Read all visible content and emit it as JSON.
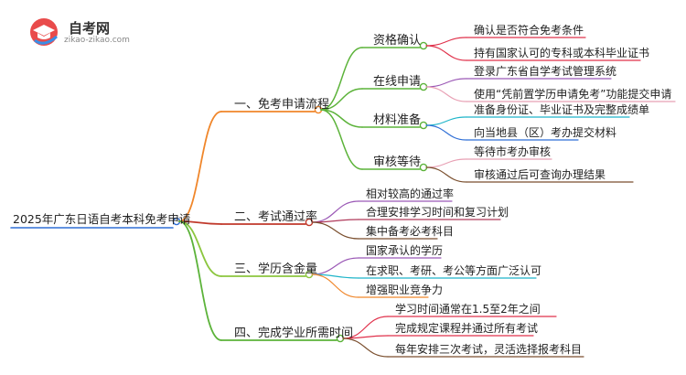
{
  "logo": {
    "title": "自考网",
    "url": "zikao-zikao.com"
  },
  "root": {
    "label": "2025年广东日语自考本科免考申请"
  },
  "branches": [
    {
      "label": "一、免考申请流程",
      "color": "#f0862a",
      "children": [
        {
          "label": "资格确认",
          "color": "#5cb33a",
          "children": [
            {
              "label": "确认是否符合免考条件",
              "color": "#e0314b"
            },
            {
              "label": "持有国家认可的专科或本科毕业证书",
              "color": "#e0314b"
            }
          ]
        },
        {
          "label": "在线申请",
          "color": "#5cb33a",
          "children": [
            {
              "label": "登录广东省自学考试管理系统",
              "color": "#9b59b6"
            },
            {
              "label": "使用“凭前置学历申请免考”功能提交申请",
              "color": "#e8a0b4"
            }
          ]
        },
        {
          "label": "材料准备",
          "color": "#5cb33a",
          "children": [
            {
              "label": "准备身份证、毕业证书及完整成绩单",
              "color": "#1fb5c9"
            },
            {
              "label": "向当地县（区）考办提交材料",
              "color": "#2f6fd6"
            }
          ]
        },
        {
          "label": "审核等待",
          "color": "#5cb33a",
          "children": [
            {
              "label": "等待市考办审核",
              "color": "#e8a0b4"
            },
            {
              "label": "审核通过后可查询办理结果",
              "color": "#7a4e2d"
            }
          ]
        }
      ]
    },
    {
      "label": "二、考试通过率",
      "color": "#c0392b",
      "children": [
        {
          "label": "相对较高的通过率",
          "color": "#9b59b6"
        },
        {
          "label": "合理安排学习时间和复习计划",
          "color": "#b03a5b"
        },
        {
          "label": "集中备考必考科目",
          "color": "#7a4e2d"
        }
      ]
    },
    {
      "label": "三、学历含金量",
      "color": "#8cc63f",
      "children": [
        {
          "label": "国家承认的学历",
          "color": "#9b59b6"
        },
        {
          "label": "在求职、考研、考公等方面广泛认可",
          "color": "#1fb5c9"
        },
        {
          "label": "增强职业竞争力",
          "color": "#f0862a"
        }
      ]
    },
    {
      "label": "四、完成学业所需时间",
      "color": "#5cb33a",
      "children": [
        {
          "label": "学习时间通常在1.5至2年之间",
          "color": "#e0314b"
        },
        {
          "label": "完成规定课程并通过所有考试",
          "color": "#e0314b"
        },
        {
          "label": "每年安排三次考试，灵活选择报考科目",
          "color": "#7a4e2d"
        }
      ]
    }
  ],
  "colors": {
    "root_line": "#2f6fd6",
    "text": "#222222"
  }
}
